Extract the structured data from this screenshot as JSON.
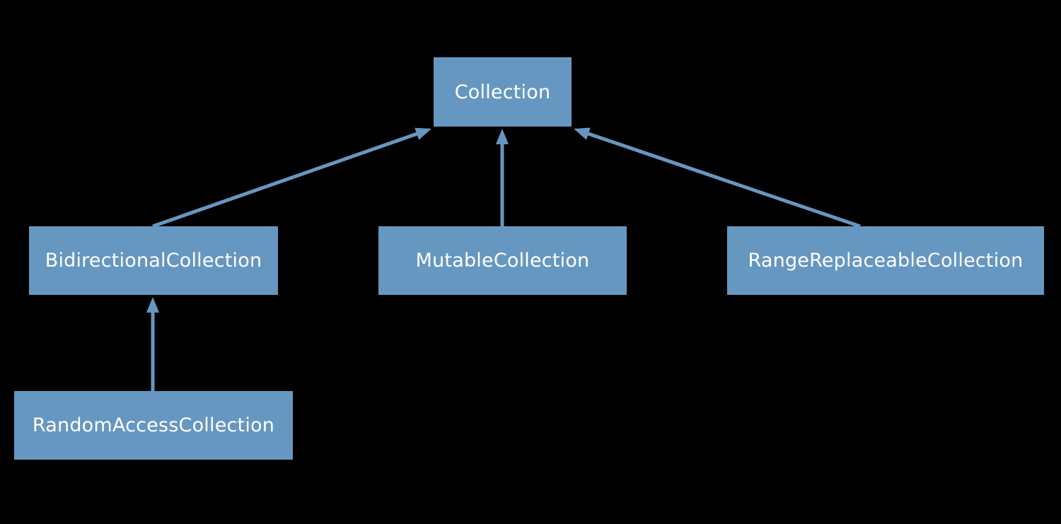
{
  "colors": {
    "background": "#000000",
    "node_fill": "#6697C1",
    "edge_stroke": "#6697C1",
    "node_text": "#ffffff"
  },
  "nodes": [
    {
      "id": "collection",
      "label": "Collection"
    },
    {
      "id": "bidirectional",
      "label": "BidirectionalCollection"
    },
    {
      "id": "mutable",
      "label": "MutableCollection"
    },
    {
      "id": "rangereplaceable",
      "label": "RangeReplaceableCollection"
    },
    {
      "id": "randomaccess",
      "label": "RandomAccessCollection"
    }
  ],
  "edges": [
    {
      "from": "bidirectional",
      "to": "collection"
    },
    {
      "from": "mutable",
      "to": "collection"
    },
    {
      "from": "rangereplaceable",
      "to": "collection"
    },
    {
      "from": "randomaccess",
      "to": "bidirectional"
    }
  ]
}
